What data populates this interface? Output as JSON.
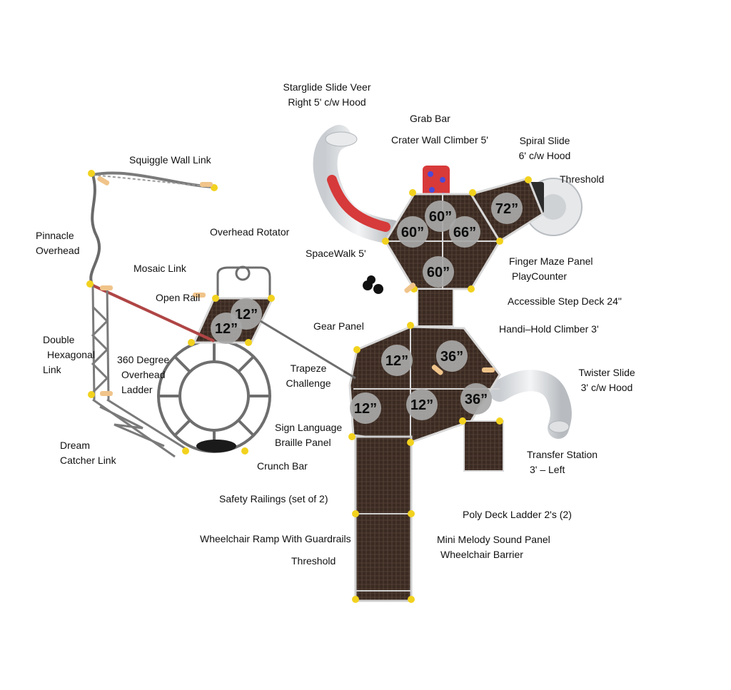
{
  "decks": [
    {
      "id": "deck-60-top",
      "label": "60”"
    },
    {
      "id": "deck-60-left",
      "label": "60”"
    },
    {
      "id": "deck-66",
      "label": "66”"
    },
    {
      "id": "deck-72",
      "label": "72”"
    },
    {
      "id": "deck-60-mid",
      "label": "60”"
    },
    {
      "id": "deck-12-a",
      "label": "12”"
    },
    {
      "id": "deck-12-b",
      "label": "12”"
    },
    {
      "id": "deck-12-c",
      "label": "12”"
    },
    {
      "id": "deck-36-a",
      "label": "36”"
    },
    {
      "id": "deck-12-d",
      "label": "12”"
    },
    {
      "id": "deck-12-e",
      "label": "12”"
    },
    {
      "id": "deck-36-b",
      "label": "36”"
    }
  ],
  "labels": {
    "starglide_1": "Starglide Slide Veer",
    "starglide_2": "Right 5' c/w Hood",
    "grab_bar": "Grab Bar",
    "crater_wall": "Crater Wall Climber 5'",
    "spiral_1": "Spiral Slide",
    "spiral_2": "6' c/w Hood",
    "threshold_top": "Threshold",
    "squiggle": "Squiggle Wall Link",
    "pinnacle_1": "Pinnacle",
    "pinnacle_2": "Overhead",
    "overhead_rotator": "Overhead Rotator",
    "spacewalk": "SpaceWalk 5'",
    "finger_maze": "Finger Maze Panel",
    "playcounter": "PlayCounter",
    "mosaic": "Mosaic Link",
    "open_rail": "Open Rail",
    "accessible_step": "Accessible Step Deck 24\"",
    "gear_panel": "Gear Panel",
    "handi_hold": "Handi–Hold Climber 3'",
    "double_hex_1": "Double",
    "double_hex_2": "Hexagonal",
    "double_hex_3": "Link",
    "deg360_1": "360 Degree",
    "deg360_2": "Overhead",
    "deg360_3": "Ladder",
    "trapeze_1": "Trapeze",
    "trapeze_2": "Challenge",
    "twister_1": "Twister Slide",
    "twister_2": "3' c/w Hood",
    "sign_lang_1": "Sign Language",
    "sign_lang_2": "Braille Panel",
    "dream_1": "Dream",
    "dream_2": "Catcher Link",
    "crunch_bar": "Crunch Bar",
    "transfer_1": "Transfer Station",
    "transfer_2": "3' – Left",
    "safety_railings": "Safety Railings (set of 2)",
    "poly_deck": "Poly Deck Ladder 2's (2)",
    "wheelchair_ramp": "Wheelchair Ramp With Guardrails",
    "mini_melody": "Mini Melody Sound Panel",
    "wheelchair_barrier": "Wheelchair Barrier",
    "threshold_bottom": "Threshold"
  },
  "colors": {
    "deck": "#3a2a22",
    "deck_edge": "#d8d8d8",
    "badge": "#a8a8a8",
    "post_cap": "#f2d21e",
    "clamp": "#f0c48a",
    "slide": "#e4e6e8",
    "slide_red": "#d63a3a",
    "frame": "#6e6e6e"
  }
}
